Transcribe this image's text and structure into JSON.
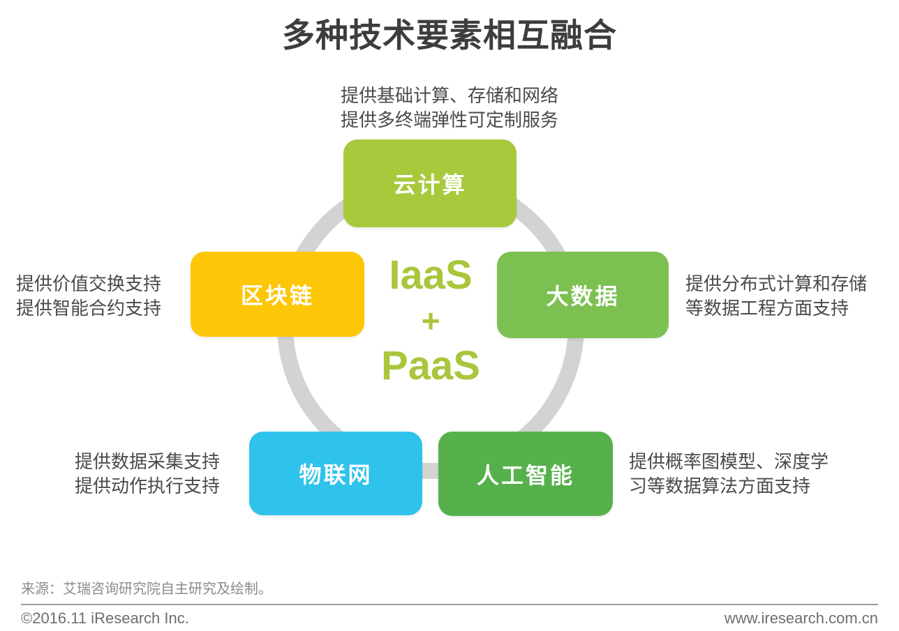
{
  "title": "多种技术要素相互融合",
  "colors": {
    "cloud": "#a9c93d",
    "blockchain": "#fdc607",
    "bigdata": "#7cc052",
    "iot": "#2fc2eb",
    "ai": "#56b14c",
    "ring": "#d3d3d3",
    "center_text": "#a9c63d"
  },
  "center": {
    "iaas": "IaaS",
    "plus": "+",
    "paas": "PaaS"
  },
  "nodes": {
    "cloud": {
      "label": "云计算",
      "desc1": "提供基础计算、存储和网络",
      "desc2": "提供多终端弹性可定制服务"
    },
    "blockchain": {
      "label": "区块链",
      "desc1": "提供价值交换支持",
      "desc2": "提供智能合约支持"
    },
    "bigdata": {
      "label": "大数据",
      "desc1": "提供分布式计算和存储",
      "desc2": "等数据工程方面支持"
    },
    "iot": {
      "label": "物联网",
      "desc1": "提供数据采集支持",
      "desc2": "提供动作执行支持"
    },
    "ai": {
      "label": "人工智能",
      "desc1": "提供概率图模型、深度学",
      "desc2": "习等数据算法方面支持"
    }
  },
  "source": "来源：艾瑞咨询研究院自主研究及绘制。",
  "footer": {
    "copyright": "©2016.11 iResearch Inc.",
    "website": "www.iresearch.com.cn"
  }
}
